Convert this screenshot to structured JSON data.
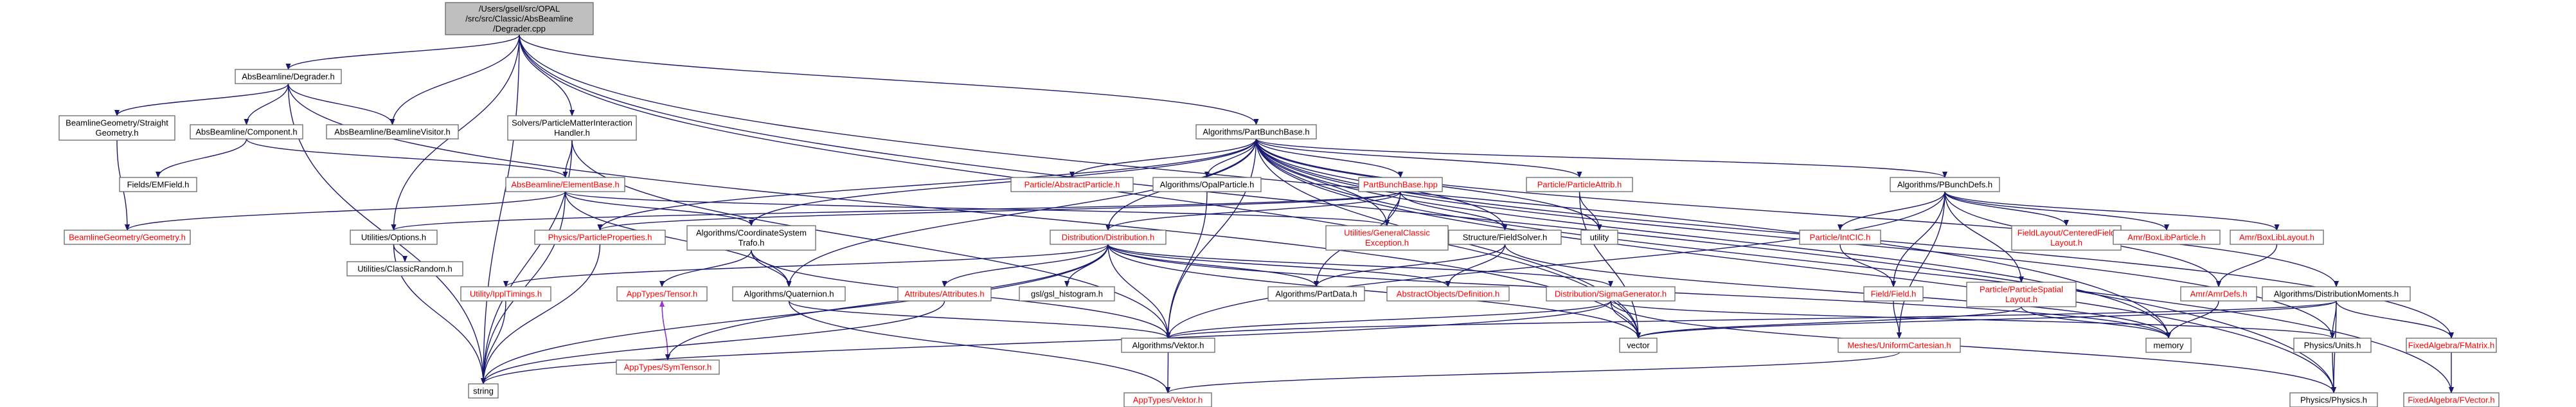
{
  "colors": {
    "edge": "#191970",
    "edge_purple": "#9a32cd",
    "node_fill": "#ffffff",
    "root_fill": "#bfbfbf",
    "text": "#000000",
    "red_text": "#ff0000",
    "gray_border": "#bfbfbf",
    "dark_border": "#666666"
  },
  "diagram": {
    "nodes": [
      {
        "id": "root",
        "lines": [
          "/Users/gsell/src/OPAL",
          "/src/src/Classic/AbsBeamline",
          "/Degrader.cpp"
        ]
      },
      {
        "id": "degh",
        "lines": [
          "AbsBeamline/Degrader.h"
        ]
      },
      {
        "id": "solv",
        "lines": [
          "Solvers/ParticleMatterInteraction",
          "Handler.h"
        ]
      },
      {
        "id": "bgsg",
        "lines": [
          "BeamlineGeometry/Straight",
          "Geometry.h"
        ]
      },
      {
        "id": "comp",
        "lines": [
          "AbsBeamline/Component.h"
        ]
      },
      {
        "id": "blv",
        "lines": [
          "AbsBeamline/BeamlineVisitor.h"
        ]
      },
      {
        "id": "emf",
        "lines": [
          "Fields/EMField.h"
        ]
      },
      {
        "id": "elb",
        "lines": [
          "AbsBeamline/ElementBase.h"
        ]
      },
      {
        "id": "bgeo",
        "lines": [
          "BeamlineGeometry/Geometry.h"
        ]
      },
      {
        "id": "pbb",
        "lines": [
          "Algorithms/PartBunchBase.h"
        ]
      },
      {
        "id": "opt",
        "lines": [
          "Utilities/Options.h"
        ]
      },
      {
        "id": "crand",
        "lines": [
          "Utilities/ClassicRandom.h"
        ]
      },
      {
        "id": "str",
        "lines": [
          "string"
        ]
      },
      {
        "id": "ppp",
        "lines": [
          "Physics/ParticleProperties.h"
        ]
      },
      {
        "id": "ippl",
        "lines": [
          "Utility/IpplTimings.h"
        ]
      },
      {
        "id": "cst",
        "lines": [
          "Algorithms/CoordinateSystem",
          "Trafo.h"
        ]
      },
      {
        "id": "tens",
        "lines": [
          "AppTypes/Tensor.h"
        ]
      },
      {
        "id": "symt",
        "lines": [
          "AppTypes/SymTensor.h"
        ]
      },
      {
        "id": "quat",
        "lines": [
          "Algorithms/Quaternion.h"
        ]
      },
      {
        "id": "absp",
        "lines": [
          "Particle/AbstractParticle.h"
        ]
      },
      {
        "id": "opp",
        "lines": [
          "Algorithms/OpalParticle.h"
        ]
      },
      {
        "id": "pbh",
        "lines": [
          "PartBunchBase.hpp"
        ]
      },
      {
        "id": "dist",
        "lines": [
          "Distribution/Distribution.h"
        ]
      },
      {
        "id": "attr",
        "lines": [
          "Attributes/Attributes.h"
        ]
      },
      {
        "id": "gsl",
        "lines": [
          "gsl/gsl_histogram.h"
        ]
      },
      {
        "id": "gce",
        "lines": [
          "Utilities/GeneralClassic",
          "Exception.h"
        ]
      },
      {
        "id": "fsol",
        "lines": [
          "Structure/FieldSolver.h"
        ]
      },
      {
        "id": "pdat",
        "lines": [
          "Algorithms/PartData.h"
        ]
      },
      {
        "id": "aod",
        "lines": [
          "AbstractObjects/Definition.h"
        ]
      },
      {
        "id": "pattr",
        "lines": [
          "Particle/ParticleAttrib.h"
        ]
      },
      {
        "id": "util",
        "lines": [
          "utility"
        ]
      },
      {
        "id": "sgen",
        "lines": [
          "Distribution/SigmaGenerator.h"
        ]
      },
      {
        "id": "vek",
        "lines": [
          "Algorithms/Vektor.h"
        ]
      },
      {
        "id": "avek",
        "lines": [
          "AppTypes/Vektor.h"
        ]
      },
      {
        "id": "vec",
        "lines": [
          "vector"
        ]
      },
      {
        "id": "pbd",
        "lines": [
          "Algorithms/PBunchDefs.h"
        ]
      },
      {
        "id": "pic",
        "lines": [
          "Particle/IntCIC.h"
        ]
      },
      {
        "id": "ffield",
        "lines": [
          "Field/Field.h"
        ]
      },
      {
        "id": "muc",
        "lines": [
          "Meshes/UniformCartesian.h"
        ]
      },
      {
        "id": "psl",
        "lines": [
          "Particle/ParticleSpatial",
          "Layout.h"
        ]
      },
      {
        "id": "cfl",
        "lines": [
          "FieldLayout/CenteredField",
          "Layout.h"
        ]
      },
      {
        "id": "abp",
        "lines": [
          "Amr/BoxLibParticle.h"
        ]
      },
      {
        "id": "abl",
        "lines": [
          "Amr/BoxLibLayout.h"
        ]
      },
      {
        "id": "amd",
        "lines": [
          "Amr/AmrDefs.h"
        ]
      },
      {
        "id": "mem",
        "lines": [
          "memory"
        ]
      },
      {
        "id": "dmom",
        "lines": [
          "Algorithms/DistributionMoments.h"
        ]
      },
      {
        "id": "punits",
        "lines": [
          "Physics/Units.h"
        ]
      },
      {
        "id": "phys",
        "lines": [
          "Physics/Physics.h"
        ]
      },
      {
        "id": "fmat",
        "lines": [
          "FixedAlgebra/FMatrix.h"
        ]
      },
      {
        "id": "fvec",
        "lines": [
          "FixedAlgebra/FVector.h"
        ]
      }
    ]
  }
}
